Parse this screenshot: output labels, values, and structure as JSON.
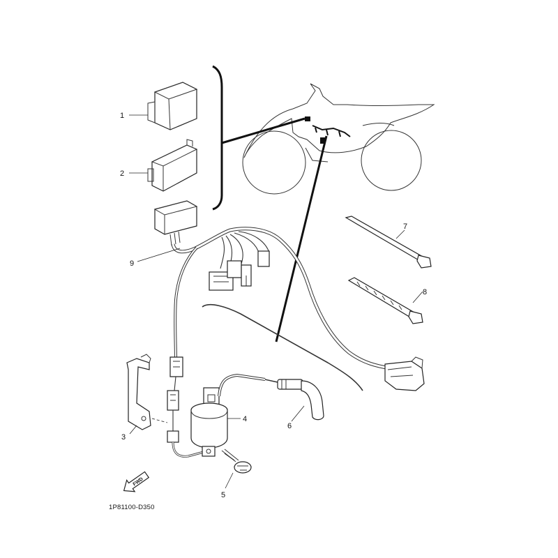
{
  "diagram": {
    "code": "1P81100-D350",
    "forward_label": "FWD",
    "callouts": {
      "c1": "1",
      "c2": "2",
      "c3": "3",
      "c4": "4",
      "c5": "5",
      "c6": "6",
      "c7": "7",
      "c8": "8",
      "c9": "9"
    }
  }
}
